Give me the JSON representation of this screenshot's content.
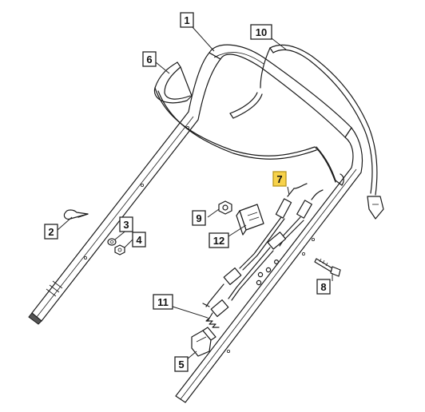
{
  "colors": {
    "line": "#1a1a1a",
    "highlight": "#f7d24a",
    "background": "#ffffff"
  },
  "callouts": {
    "c1": "1",
    "c2": "2",
    "c3": "3",
    "c4": "4",
    "c5": "5",
    "c6": "6",
    "c7": "7",
    "c8": "8",
    "c9": "9",
    "c10": "10",
    "c11": "11",
    "c12": "12"
  },
  "highlighted_callout": "7"
}
